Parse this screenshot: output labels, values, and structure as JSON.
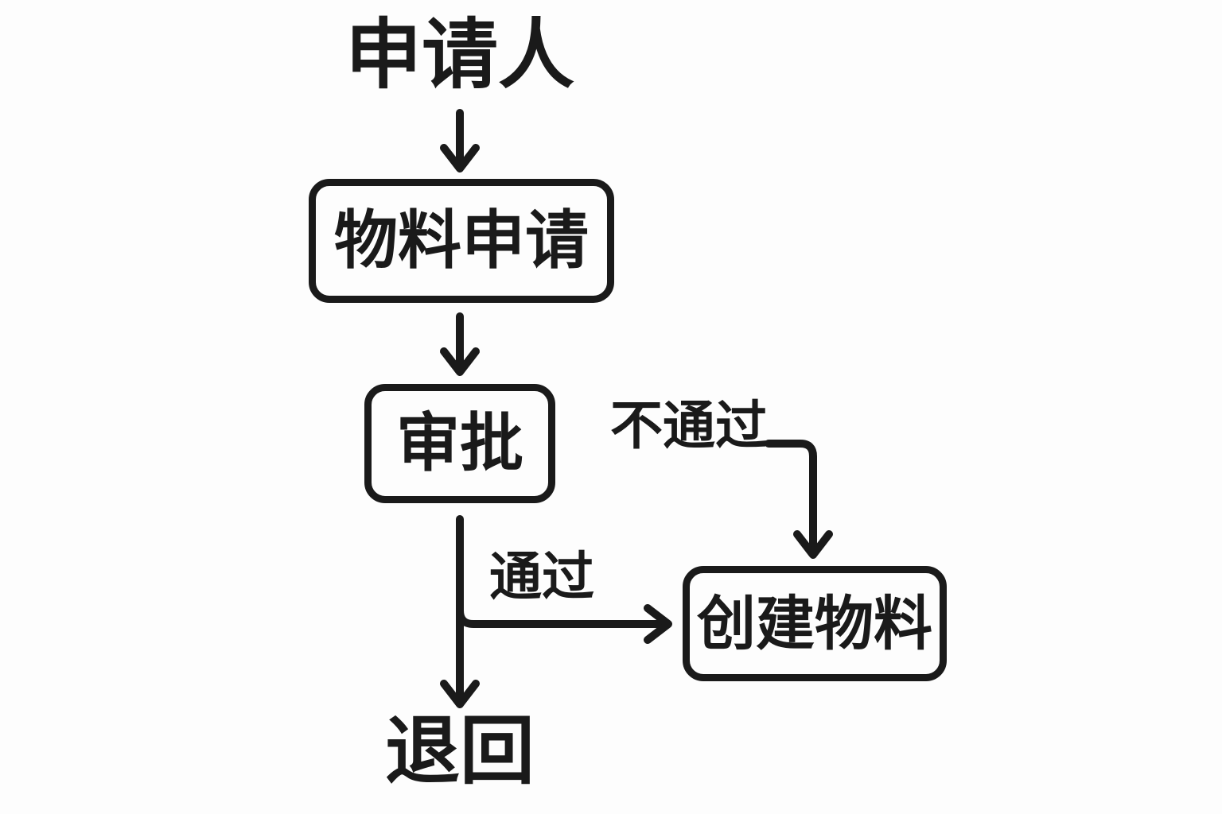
{
  "diagram": {
    "type": "flowchart",
    "background_color": "#fdfdfd",
    "stroke_color": "#1a1a1a",
    "nodes": {
      "applicant": {
        "label": "申请人",
        "shape": "text"
      },
      "material_request": {
        "label": "物料申请",
        "shape": "rounded-rect"
      },
      "approval": {
        "label": "审批",
        "shape": "rounded-rect"
      },
      "create_material": {
        "label": "创建物料",
        "shape": "rounded-rect"
      },
      "returned": {
        "label": "退回",
        "shape": "text"
      }
    },
    "edge_labels": {
      "pass": "通过",
      "fail": "不通过"
    },
    "edges": [
      {
        "from": "applicant",
        "to": "material_request",
        "label": ""
      },
      {
        "from": "material_request",
        "to": "approval",
        "label": ""
      },
      {
        "from": "approval",
        "to": "returned",
        "label": ""
      },
      {
        "from": "approval",
        "to": "create_material",
        "label": "通过"
      },
      {
        "from": "fail_label",
        "to": "create_material",
        "label": "不通过"
      }
    ]
  }
}
